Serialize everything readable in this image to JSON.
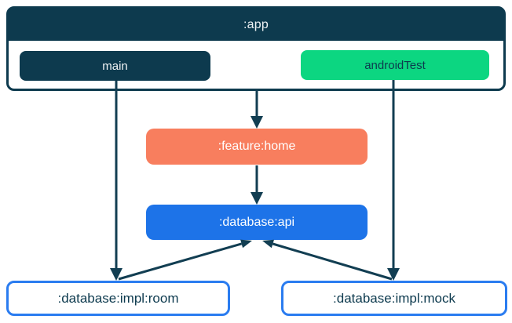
{
  "diagram": {
    "type": "module-dependency-graph",
    "app": {
      "title": ":app",
      "source_sets": [
        {
          "id": "main",
          "label": "main"
        },
        {
          "id": "androidTest",
          "label": "androidTest"
        }
      ]
    },
    "nodes": [
      {
        "id": "feature-home",
        "label": ":feature:home",
        "color": "#f87e5e"
      },
      {
        "id": "database-api",
        "label": ":database:api",
        "color": "#1d73e8"
      },
      {
        "id": "database-impl-room",
        "label": ":database:impl:room",
        "color": "#ffffff"
      },
      {
        "id": "database-impl-mock",
        "label": ":database:impl:mock",
        "color": "#ffffff"
      }
    ],
    "edges": [
      {
        "from": ":app",
        "to": ":feature:home"
      },
      {
        "from": "main",
        "to": ":database:impl:room"
      },
      {
        "from": "androidTest",
        "to": ":database:impl:mock"
      },
      {
        "from": ":feature:home",
        "to": ":database:api"
      },
      {
        "from": ":database:impl:room",
        "to": ":database:api"
      },
      {
        "from": ":database:impl:mock",
        "to": ":database:api"
      }
    ],
    "colors": {
      "navy": "#0d3a4e",
      "green": "#0cd681",
      "coral": "#f87e5e",
      "blue": "#1d73e8",
      "impl_border_blue": "#2a7cf0",
      "arrow": "#123e52",
      "background": "#ffffff"
    }
  }
}
